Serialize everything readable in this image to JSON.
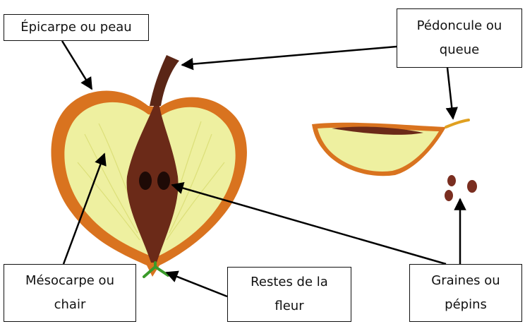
{
  "labels": {
    "epicarpe": "Épicarpe ou peau",
    "pedoncule_line1": "Pédoncule ou",
    "pedoncule_line2": "queue",
    "mesocarpe_line1": "Mésocarpe ou",
    "mesocarpe_line2": "chair",
    "restes_line1": "Restes de la",
    "restes_line2": "fleur",
    "graines_line1": "Graines ou",
    "graines_line2": "pépins"
  },
  "colors": {
    "skin_orange": "#d9731f",
    "flesh_yellow": "#eef0a0",
    "core_brown": "#6b2a18",
    "stem_brown": "#5a2616",
    "calyx_green": "#3a9a2a",
    "seed_brown": "#7a2e20",
    "arrow": "#000000"
  }
}
